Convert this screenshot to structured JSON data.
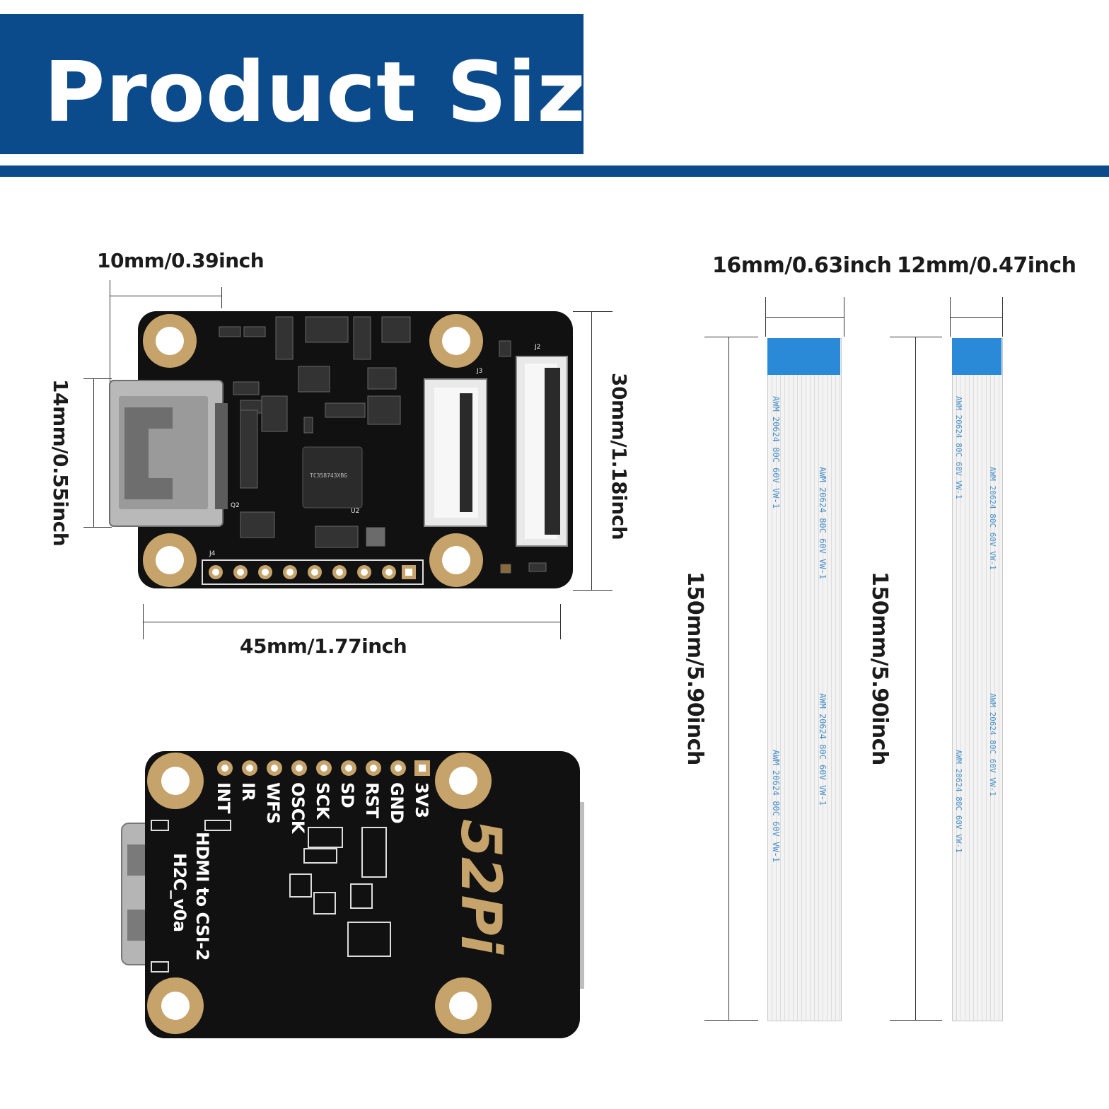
{
  "title": "Product Size",
  "colors": {
    "brand": "#0b4a8b",
    "pcb": "#111111",
    "pad_gold": "#c6a36a",
    "cable_blue": "#2a8ad8"
  },
  "top_board": {
    "dimensions": {
      "connector_width": "10mm/0.39inch",
      "connector_height": "14mm/0.55inch",
      "board_height": "30mm/1.18inch",
      "board_width": "45mm/1.77inch"
    },
    "silkscreen": {
      "j2": "J2",
      "j3": "J3",
      "j4": "J4",
      "u2": "U2",
      "q2": "Q2",
      "chip_text": "TC358743XBG"
    }
  },
  "bottom_board": {
    "pins": [
      "INT",
      "IR",
      "WFS",
      "OSCK",
      "SCK",
      "SD",
      "RST",
      "GND",
      "3V3"
    ],
    "model_line1": "HDMI to CSI-2",
    "model_line2": "H2C_v0a",
    "logo": "52Pi"
  },
  "cables": [
    {
      "width": "16mm/0.63inch",
      "length": "150mm/5.90inch",
      "print_text": "AWM 20624 80C 60V VW-1"
    },
    {
      "width": "12mm/0.47inch",
      "length": "150mm/5.90inch",
      "print_text": "AWM 20624 80C 60V VW-1"
    }
  ]
}
